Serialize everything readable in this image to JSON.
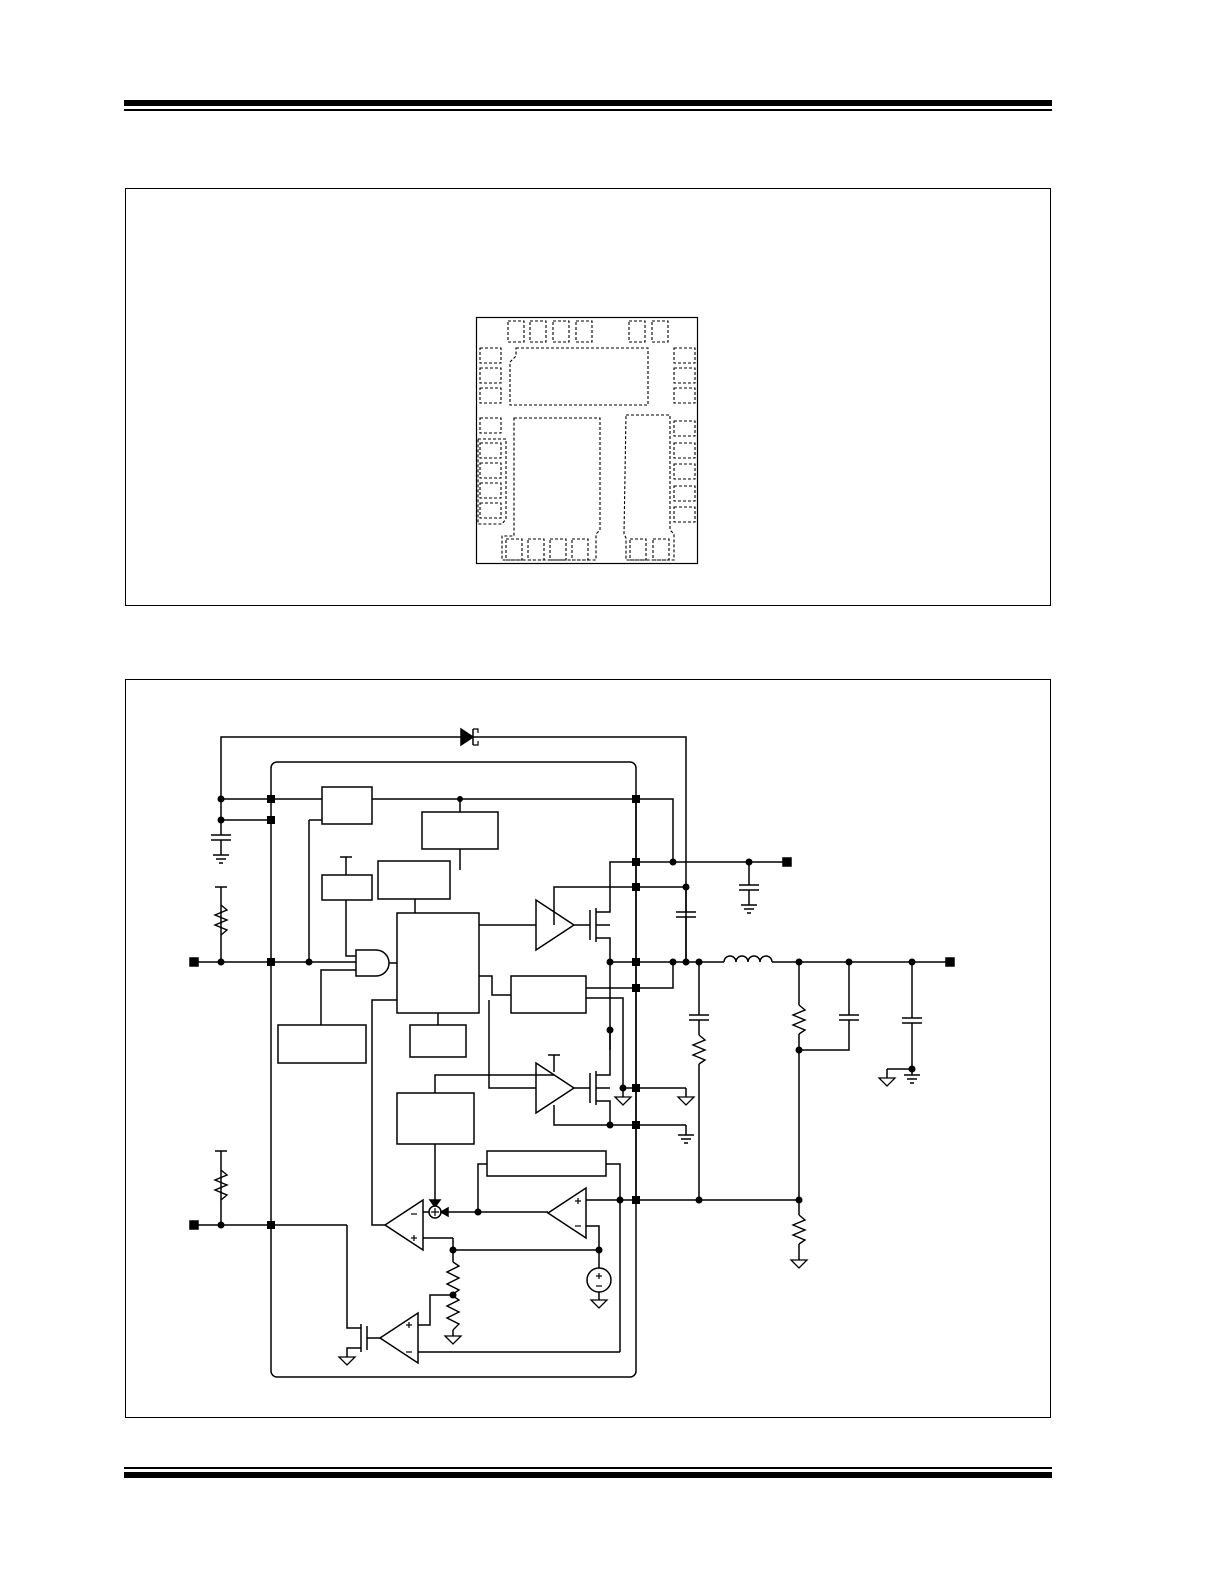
{
  "document": {
    "figures": [
      {
        "id": "package-footprint",
        "kind": "package pad layout"
      },
      {
        "id": "functional-block-diagram",
        "kind": "schematic"
      }
    ],
    "colors": {
      "ink": "#000000",
      "paper": "#ffffff"
    }
  }
}
